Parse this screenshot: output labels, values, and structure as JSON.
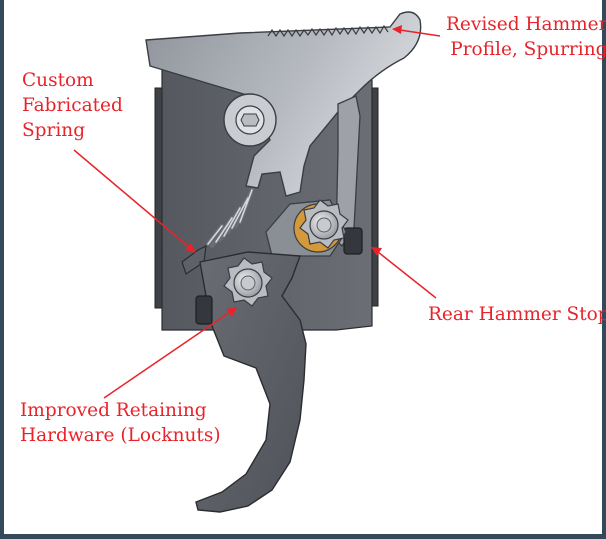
{
  "annotation_color": "#e8232a",
  "callouts": {
    "hammer": {
      "lines": [
        "Revised Hammer",
        "Profile, Spurring"
      ]
    },
    "spring": {
      "lines": [
        "Custom",
        "Fabricated",
        "Spring"
      ]
    },
    "stop": {
      "lines": [
        "Rear Hammer Stop"
      ]
    },
    "hardware": {
      "lines": [
        "Improved Retaining",
        "Hardware (Locknuts)"
      ]
    }
  }
}
